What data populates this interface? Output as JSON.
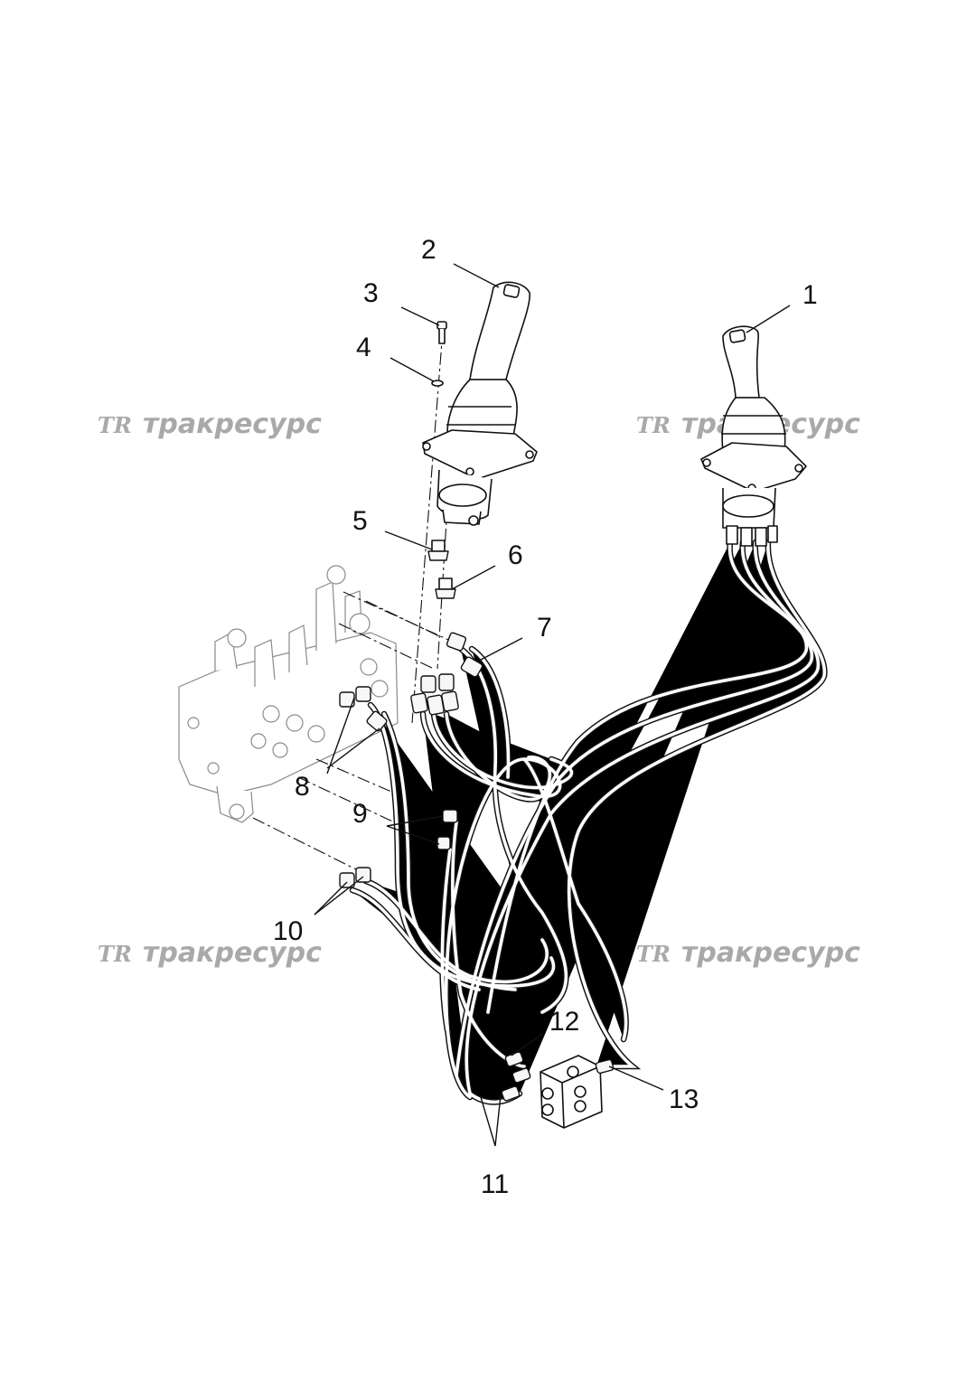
{
  "watermark": {
    "logo": "TR",
    "text": "тракресурс"
  },
  "callouts": [
    {
      "id": "1",
      "label": "1"
    },
    {
      "id": "2",
      "label": "2"
    },
    {
      "id": "3",
      "label": "3"
    },
    {
      "id": "4",
      "label": "4"
    },
    {
      "id": "5",
      "label": "5"
    },
    {
      "id": "6",
      "label": "6"
    },
    {
      "id": "7",
      "label": "7"
    },
    {
      "id": "8",
      "label": "8"
    },
    {
      "id": "9",
      "label": "9"
    },
    {
      "id": "10",
      "label": "10"
    },
    {
      "id": "11",
      "label": "11"
    },
    {
      "id": "12",
      "label": "12"
    },
    {
      "id": "13",
      "label": "13"
    }
  ],
  "colors": {
    "line": "#111111",
    "watermark": "#a9a9a9",
    "background": "#ffffff"
  }
}
